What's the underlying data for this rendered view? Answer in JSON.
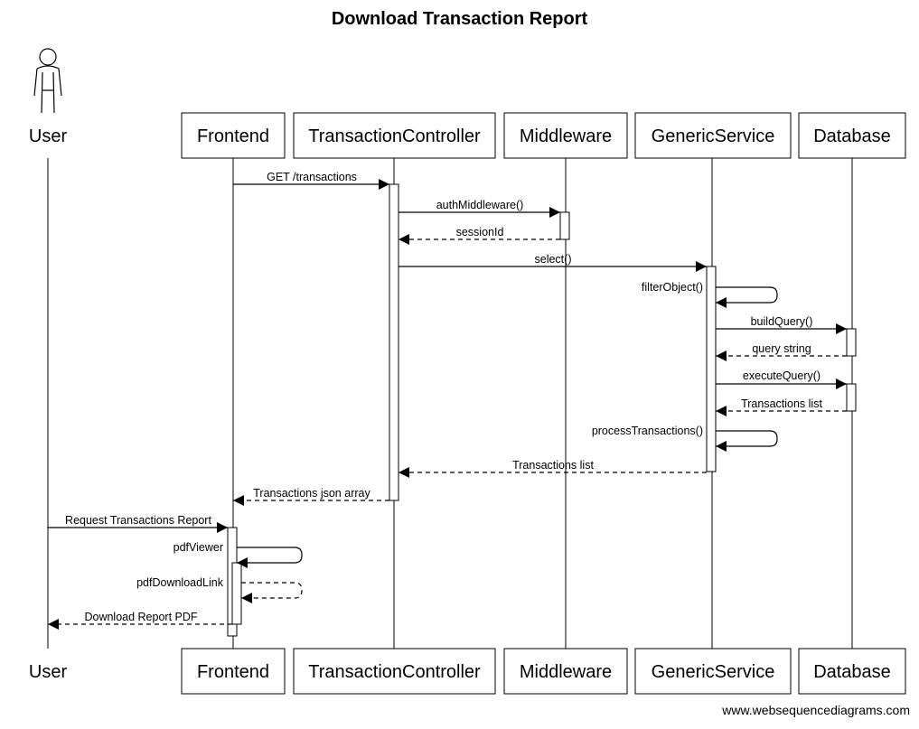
{
  "title": "Download Transaction Report",
  "watermark": "www.websequencediagrams.com",
  "actor": {
    "label": "User"
  },
  "participants": [
    {
      "id": "frontend",
      "label": "Frontend"
    },
    {
      "id": "controller",
      "label": "TransactionController"
    },
    {
      "id": "middleware",
      "label": "Middleware"
    },
    {
      "id": "generic",
      "label": "GenericService"
    },
    {
      "id": "database",
      "label": "Database"
    }
  ],
  "messages": [
    {
      "from": "frontend",
      "to": "controller",
      "label": "GET /transactions",
      "style": "solid"
    },
    {
      "from": "controller",
      "to": "middleware",
      "label": "authMiddleware()",
      "style": "solid"
    },
    {
      "from": "middleware",
      "to": "controller",
      "label": "sessionId",
      "style": "dashed"
    },
    {
      "from": "controller",
      "to": "generic",
      "label": "select()",
      "style": "solid"
    },
    {
      "from": "generic",
      "to": "generic",
      "label": "filterObject()",
      "style": "solid"
    },
    {
      "from": "generic",
      "to": "database",
      "label": "buildQuery()",
      "style": "solid"
    },
    {
      "from": "database",
      "to": "generic",
      "label": "query string",
      "style": "dashed"
    },
    {
      "from": "generic",
      "to": "database",
      "label": "executeQuery()",
      "style": "solid"
    },
    {
      "from": "database",
      "to": "generic",
      "label": "Transactions list",
      "style": "dashed"
    },
    {
      "from": "generic",
      "to": "generic",
      "label": "processTransactions()",
      "style": "solid"
    },
    {
      "from": "generic",
      "to": "controller",
      "label": "Transactions list",
      "style": "dashed"
    },
    {
      "from": "controller",
      "to": "frontend",
      "label": "Transactions json array",
      "style": "dashed"
    },
    {
      "from": "user",
      "to": "frontend",
      "label": "Request Transactions Report",
      "style": "solid"
    },
    {
      "from": "frontend",
      "to": "frontend",
      "label": "pdfViewer",
      "style": "solid"
    },
    {
      "from": "frontend",
      "to": "frontend",
      "label": "pdfDownloadLink",
      "style": "dashed"
    },
    {
      "from": "frontend",
      "to": "user",
      "label": "Download Report PDF",
      "style": "dashed"
    }
  ]
}
